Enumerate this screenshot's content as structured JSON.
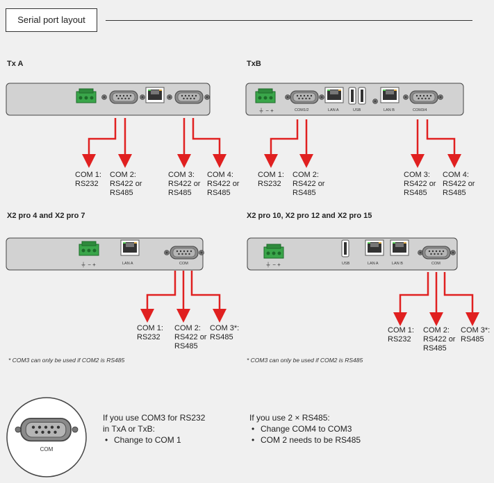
{
  "header": {
    "title": "Serial port layout"
  },
  "txa": {
    "title": "Tx A",
    "com1": "COM 1:\nRS232",
    "com2": "COM 2:\nRS422 or\nRS485",
    "com3": "COM 3:\nRS422 or\nRS485",
    "com4": "COM 4:\nRS422 or\nRS485"
  },
  "txb": {
    "title": "TxB",
    "com1": "COM 1:\nRS232",
    "com2": "COM 2:\nRS422 or\nRS485",
    "com3": "COM 3:\nRS422 or\nRS485",
    "com4": "COM 4:\nRS422 or\nRS485",
    "port_com12": "COM1/2",
    "port_lan_a": "LAN A",
    "port_usb": "USB",
    "port_lan_b": "LAN B",
    "port_com34": "COM3/4"
  },
  "x2pro47": {
    "title": "X2 pro 4 and X2 pro 7",
    "com1": "COM 1:\nRS232",
    "com2": "COM 2:\nRS422 or\nRS485",
    "com3": "COM 3*:\nRS485",
    "port_lan_a": "LAN A",
    "port_com": "COM",
    "note": "* COM3 can only be used if COM2 is RS485"
  },
  "x2pro1015": {
    "title": "X2 pro 10, X2 pro 12 and X2 pro 15",
    "com1": "COM 1:\nRS232",
    "com2": "COM 2:\nRS422 or\nRS485",
    "com3": "COM 3*:\nRS485",
    "port_usb": "USB",
    "port_lan_a": "LAN A",
    "port_lan_b": "LAN B",
    "port_com": "COM",
    "note": "* COM3 can only be used if COM2 is RS485"
  },
  "connector": {
    "label": "COM"
  },
  "info_left": {
    "line1": "If you use COM3 for RS232",
    "line2": "in TxA or TxB:",
    "bullet1": "Change to COM 1"
  },
  "info_right": {
    "line1": "If you use 2 × RS485:",
    "bullet1": "Change COM4 to COM3",
    "bullet2": "COM 2 needs to be RS485"
  },
  "colors": {
    "arrow": "#e02020",
    "device": "#d2d2d2",
    "terminal": "#3aa64a"
  }
}
